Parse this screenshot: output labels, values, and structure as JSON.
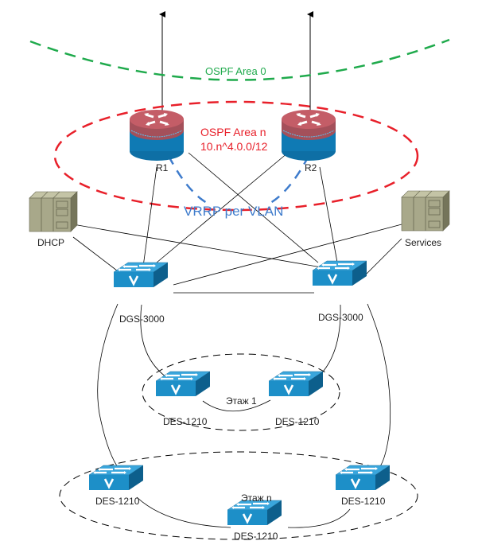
{
  "diagram": {
    "areas": {
      "area0": {
        "label": "OSPF Area 0",
        "color": "#1faa4c"
      },
      "arean": {
        "label_line1": "OSPF Area n",
        "label_line2": "10.n^4.0.0/12",
        "color": "#e8202a"
      },
      "vrrp": {
        "label": "VRRP per VLAN",
        "color": "#3f7ccc"
      },
      "floor1": {
        "label": "Этаж 1"
      },
      "floorn": {
        "label": "Этаж n"
      }
    },
    "routers": [
      {
        "id": "r1",
        "label": "R1"
      },
      {
        "id": "r2",
        "label": "R2"
      }
    ],
    "servers": [
      {
        "id": "dhcp",
        "label": "DHCP"
      },
      {
        "id": "services",
        "label": "Services"
      }
    ],
    "core_switches": [
      {
        "id": "dgs1",
        "label": "DGS-3000"
      },
      {
        "id": "dgs2",
        "label": "DGS-3000"
      }
    ],
    "access_switches": [
      {
        "id": "des1a",
        "label": "DES-1210"
      },
      {
        "id": "des1b",
        "label": "DES-1210"
      },
      {
        "id": "desna",
        "label": "DES-1210"
      },
      {
        "id": "desnb",
        "label": "DES-1210"
      },
      {
        "id": "desnc",
        "label": "DES-1210"
      }
    ],
    "colors": {
      "router_top": "#c0575f",
      "router_body": "#0f7ab4",
      "switch_top": "#3aa6dc",
      "switch_front": "#1d8fc8",
      "switch_side": "#0d5f8c",
      "server_front": "#a8a88a",
      "server_side": "#75755a"
    }
  }
}
